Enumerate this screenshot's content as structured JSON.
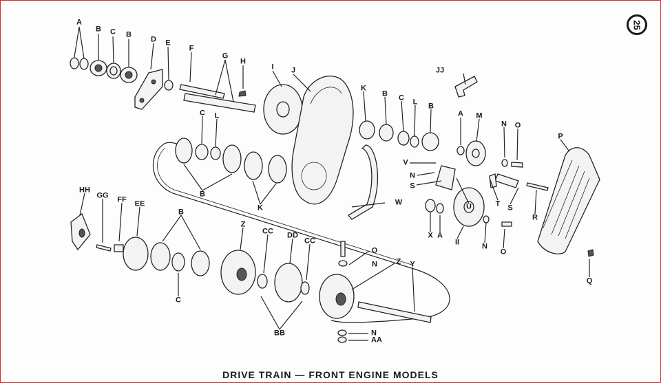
{
  "caption": "DRIVE TRAIN — FRONT ENGINE MODELS",
  "page_number": "25",
  "labels": {
    "A": "A",
    "B": "B",
    "C": "C",
    "D": "D",
    "E": "E",
    "F": "F",
    "G": "G",
    "H": "H",
    "I": "I",
    "J": "J",
    "K": "K",
    "L": "L",
    "M": "M",
    "N": "N",
    "O": "O",
    "P": "P",
    "Q": "Q",
    "R": "R",
    "S": "S",
    "T": "T",
    "U": "U",
    "V": "V",
    "W": "W",
    "X": "X",
    "Y": "Y",
    "Z": "Z",
    "AA": "AA",
    "BB": "BB",
    "CC": "CC",
    "DD": "DD",
    "EE": "EE",
    "FF": "FF",
    "GG": "GG",
    "HH": "HH",
    "II": "II",
    "JJ": "JJ"
  }
}
